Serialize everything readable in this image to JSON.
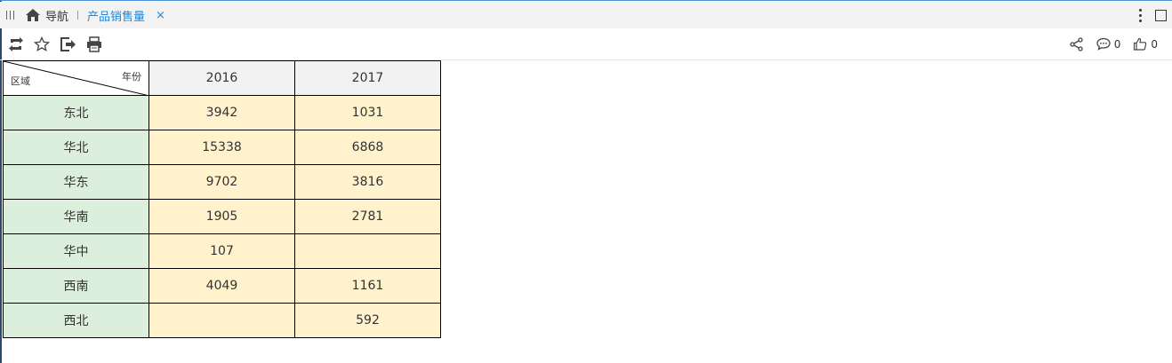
{
  "tabbar": {
    "home_label": "导航",
    "active_tab_label": "产品销售量",
    "close_symbol": "×"
  },
  "toolbar": {
    "comment_count": "0",
    "like_count": "0"
  },
  "table": {
    "corner_column_label": "年份",
    "corner_row_label": "区域",
    "years": [
      "2016",
      "2017"
    ],
    "rows": [
      {
        "region": "东北",
        "v2016": "3942",
        "v2017": "1031"
      },
      {
        "region": "华北",
        "v2016": "15338",
        "v2017": "6868"
      },
      {
        "region": "华东",
        "v2016": "9702",
        "v2017": "3816"
      },
      {
        "region": "华南",
        "v2016": "1905",
        "v2017": "2781"
      },
      {
        "region": "华中",
        "v2016": "107",
        "v2017": ""
      },
      {
        "region": "西南",
        "v2016": "4049",
        "v2017": "1161"
      },
      {
        "region": "西北",
        "v2016": "",
        "v2017": "592"
      }
    ]
  },
  "colors": {
    "accent": "#1e88d5",
    "header_fill": "#f2f2f2",
    "region_fill": "#dcefdc",
    "value_fill": "#fff2cc"
  }
}
